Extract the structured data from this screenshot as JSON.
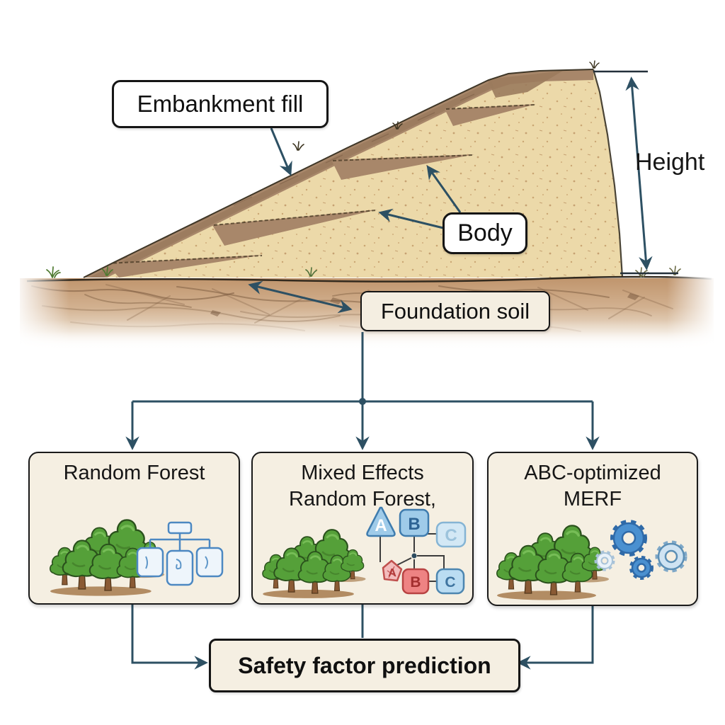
{
  "illustration": {
    "labels": {
      "embankment_fill": "Embankment fill",
      "body": "Body",
      "foundation_soil": "Foundation soil",
      "height": "Height"
    }
  },
  "flowchart": {
    "model_boxes": [
      {
        "lines": [
          "Random Forest"
        ],
        "icon": "forest-with-decision-tree-icon"
      },
      {
        "lines": [
          "Mixed Effects",
          "Random Forest,"
        ],
        "icon": "forest-with-abc-network-icon"
      },
      {
        "lines": [
          "ABC-optimized",
          "MERF"
        ],
        "icon": "forest-with-gears-icon"
      }
    ],
    "abc_icon_nodes": {
      "top": [
        "A",
        "B",
        "C"
      ],
      "bottom": [
        "A",
        "B",
        "C"
      ]
    },
    "output_label": "Safety factor prediction"
  },
  "colors": {
    "connector": "#2d5063",
    "dimension_dark": "#24303a",
    "box_fill": "#f5efe2",
    "label_fill": "#ffffff",
    "box_border": "#1a1a1a",
    "sand": "#ecd9a9",
    "slope_soil_band": "#a8876a",
    "ground_soil": "#c0956d",
    "crack_brown": "#7a5a3e",
    "tree_green": "#55a039",
    "trunk_brown": "#8a5a34",
    "grass_green": "#4e7a30",
    "gear_blue": "#4a90d0",
    "gear_light_blue": "#cfe3f2",
    "node_blue": "#9fcbe9",
    "node_light_blue": "#d3e8f5",
    "node_red": "#ee8383"
  }
}
